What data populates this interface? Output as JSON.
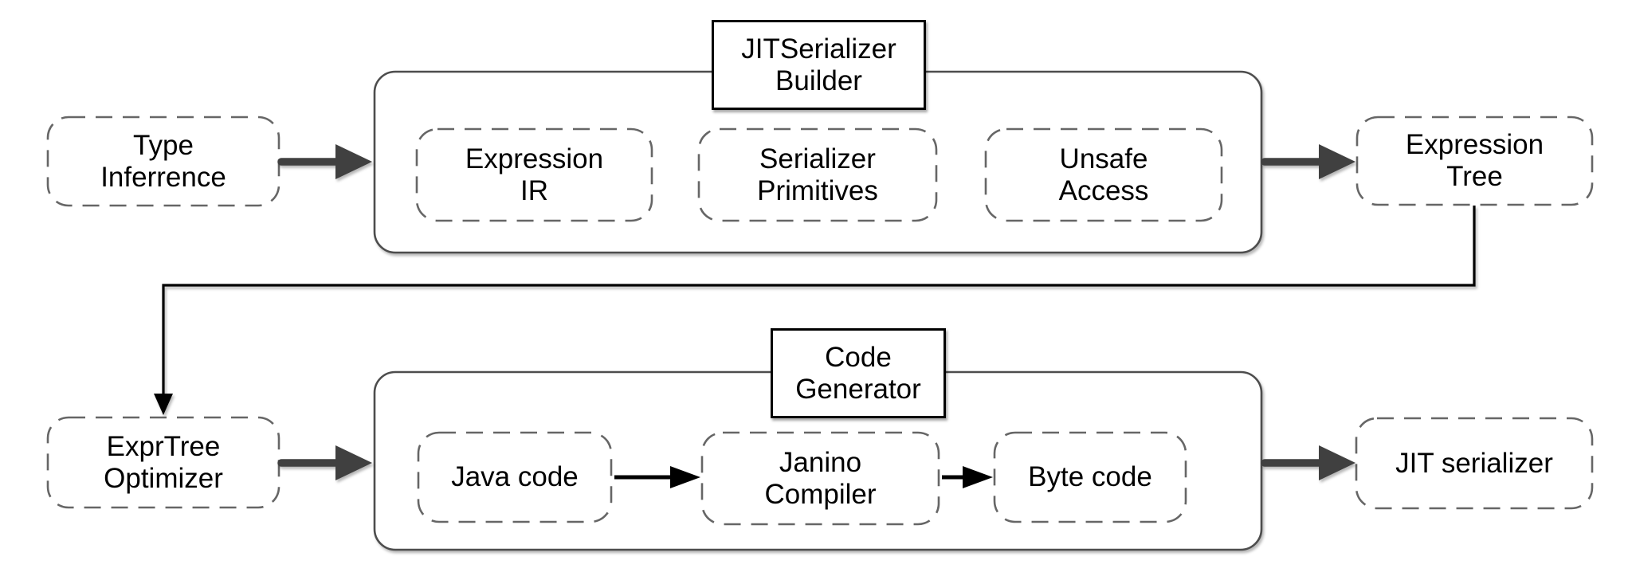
{
  "colors": {
    "background": "#ffffff",
    "text": "#000000",
    "dashed_border": "#666666",
    "container_border": "#4d4d4d",
    "title_border": "#000000",
    "thick_arrow": "#404040",
    "thin_arrow": "#000000"
  },
  "pipeline": {
    "stage1": {
      "input": {
        "label": "Type\nInferrence"
      },
      "group": {
        "title": "JITSerializer\nBuilder",
        "items": [
          {
            "label": "Expression\nIR"
          },
          {
            "label": "Serializer\nPrimitives"
          },
          {
            "label": "Unsafe\nAccess"
          }
        ]
      },
      "output": {
        "label": "Expression\nTree"
      }
    },
    "stage2": {
      "input": {
        "label": "ExprTree\nOptimizer"
      },
      "group": {
        "title": "Code\nGenerator",
        "items": [
          {
            "label": "Java code"
          },
          {
            "label": "Janino\nCompiler"
          },
          {
            "label": "Byte code"
          }
        ]
      },
      "output": {
        "label": "JIT serializer"
      }
    }
  }
}
